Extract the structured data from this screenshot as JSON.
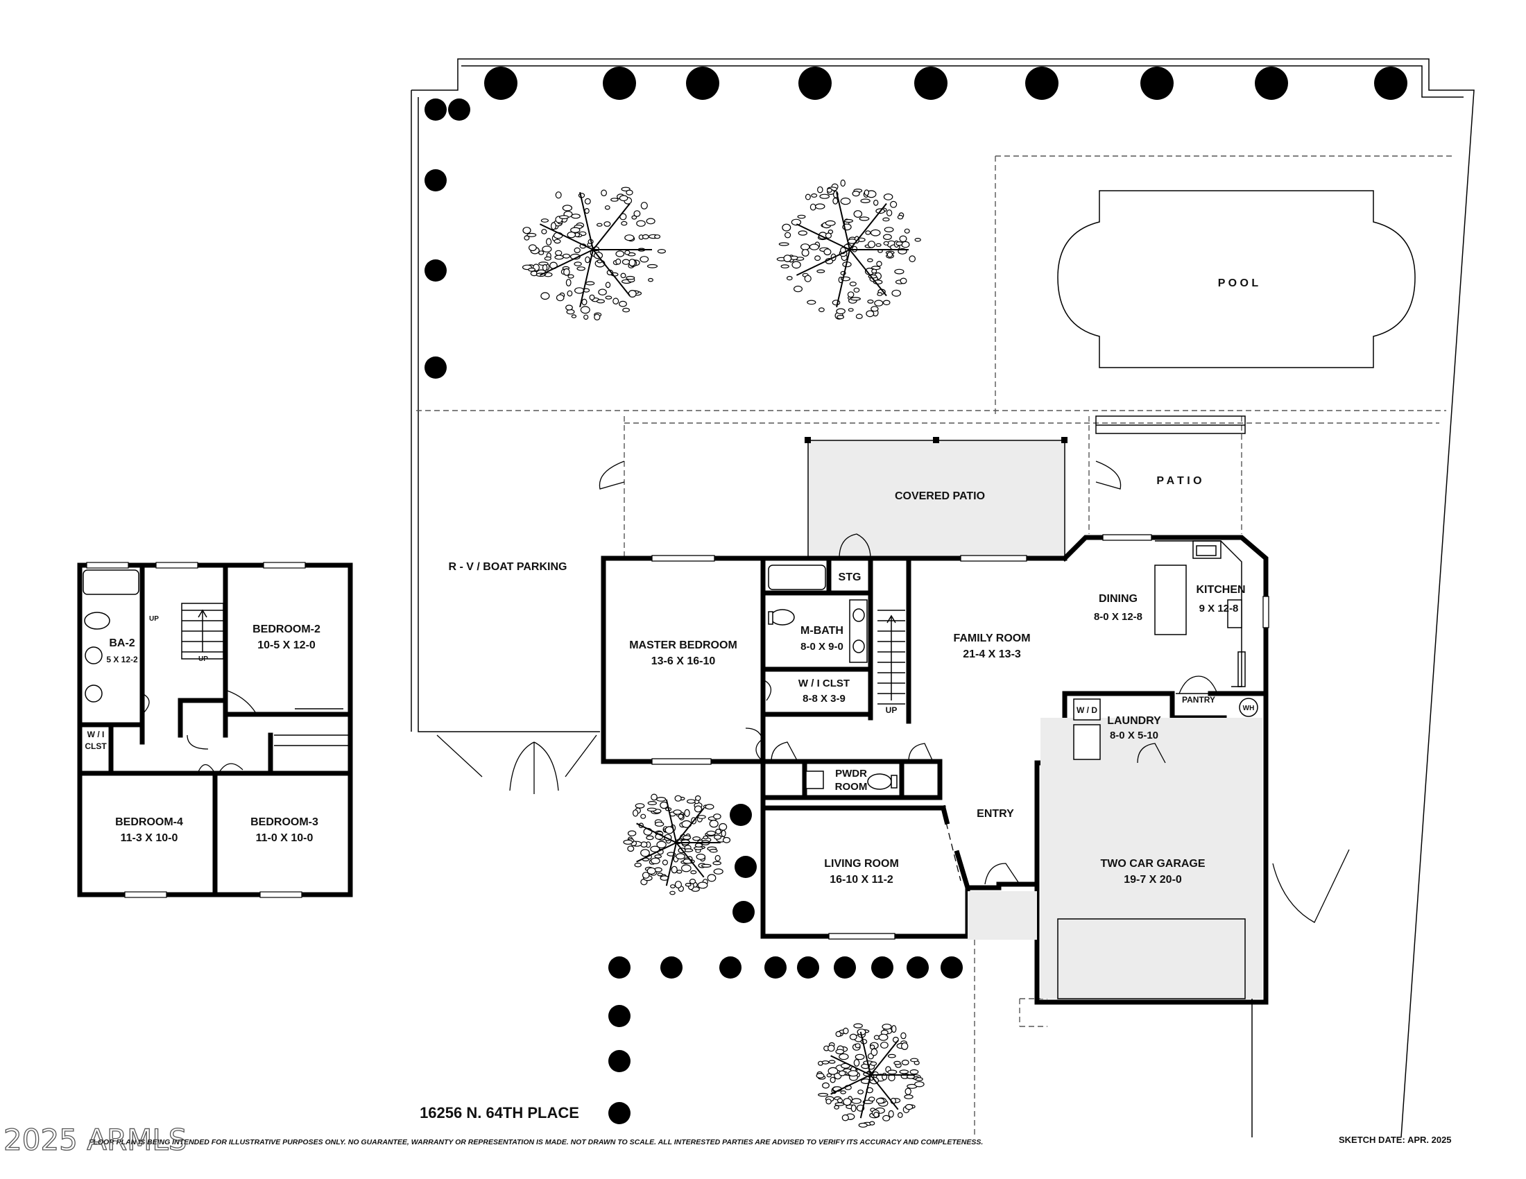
{
  "address": "16256 N. 64TH PLACE",
  "disclaimer": "FLOOR PLAN IS BEING INTENDED FOR ILLUSTRATIVE PURPOSES ONLY.  NO GUARANTEE, WARRANTY OR REPRESENTATION IS MADE.  NOT DRAWN TO SCALE.  ALL INTERESTED PARTIES ARE ADVISED TO VERIFY ITS ACCURACY AND COMPLETENESS.",
  "sketch_date": "SKETCH DATE:  APR. 2025",
  "watermark": "2025 ARMLS",
  "outdoor": {
    "pool": "P O O L",
    "covered_patio": "COVERED PATIO",
    "patio": "P A T I O",
    "rv_parking": "R - V  /  BOAT  PARKING",
    "entry": "ENTRY"
  },
  "rooms": {
    "master_bedroom": {
      "name": "MASTER BEDROOM",
      "size": "13-6  X  16-10"
    },
    "family_room": {
      "name": "FAMILY ROOM",
      "size": "21-4  X  13-3"
    },
    "dining": {
      "name": "DINING",
      "size": "8-0 X 12-8"
    },
    "kitchen": {
      "name": "KITCHEN",
      "size": "9 X 12-8"
    },
    "m_bath": {
      "name": "M-BATH",
      "size": "8-0 X 9-0"
    },
    "wi_clst": {
      "name": "W / I  CLST",
      "size": "8-8  X  3-9"
    },
    "stg": {
      "name": "STG"
    },
    "laundry": {
      "name": "LAUNDRY",
      "size": "8-0 X 5-10"
    },
    "pantry": {
      "name": "PANTRY"
    },
    "wh": {
      "name": "WH"
    },
    "pwdr_room": {
      "line1": "PWDR",
      "line2": "ROOM"
    },
    "living_room": {
      "name": "LIVING ROOM",
      "size": "16-10  X  11-2"
    },
    "garage": {
      "name": "TWO CAR GARAGE",
      "size": "19-7  X  20-0"
    }
  },
  "upper_floor": {
    "ba2": {
      "name": "BA-2",
      "size": "5 X 12-2"
    },
    "bedroom2": {
      "name": "BEDROOM-2",
      "size": "10-5  X  12-0"
    },
    "bedroom3": {
      "name": "BEDROOM-3",
      "size": "11-0  X  10-0"
    },
    "bedroom4": {
      "name": "BEDROOM-4",
      "size": "11-3  X  10-0"
    },
    "wi_clst": {
      "line1": "W / I",
      "line2": "CLST"
    }
  },
  "markers": {
    "up": "UP",
    "wd": "W / D"
  }
}
